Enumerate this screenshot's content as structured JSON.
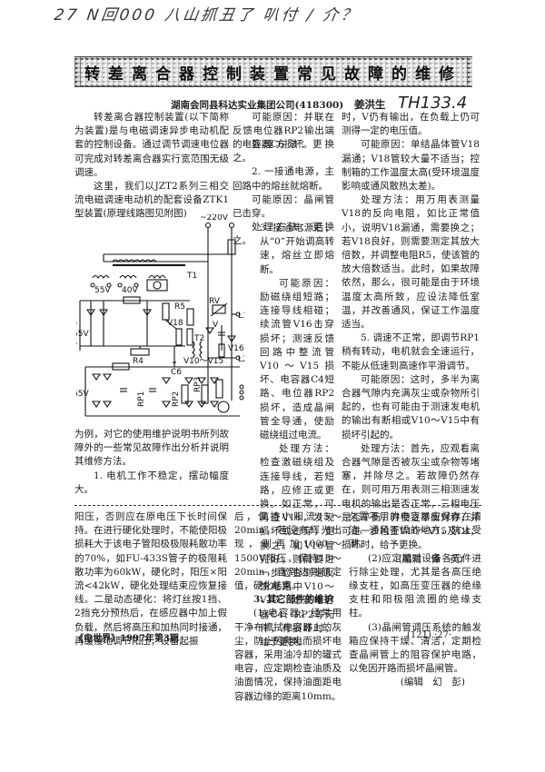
{
  "handwritten_note": "27  N回000 八山抓丑了 叭付 / 介？",
  "title": "转差离合器控制装置常见故障的维修",
  "byline": {
    "affiliation": "湖南会同县科达实业集团公司(418300)",
    "author": "姜洪生",
    "classification_stamp": "TH133.4"
  },
  "circuit": {
    "labels": [
      "~220V",
      "T1",
      "55V",
      "40V",
      "55V",
      "R5",
      "V18",
      "T2",
      "RV",
      "V",
      "V16",
      "L1",
      "L2",
      "R4",
      "C6",
      "RP1",
      "RP2",
      "RP3",
      "V10～V15",
      "65V"
    ]
  },
  "col1": {
    "p1": "转差离合器控制装置(以下简称为装置)是与电磁调速异步电动机配套的控制设备。通过调节调速电位器可完成对转差离合器实行宽范围无级调速。",
    "p2": "这里，我们以JZT2系列三相交流电磁调速电动机的配套设备ZTK1型装置(原理线路图见附图)",
    "p3": "为例，对它的使用维护说明书所列故障外的一些常见故障作出分析并说明其维修方法。",
    "p4": "1. 电机工作不稳定，摆动幅度大。"
  },
  "col2": {
    "p1": "可能原因：并联在反馈电位器RP2输出端的电容器C6损坏。",
    "p2": "处理方法：更换之。",
    "p3": "2. 一接通电源，主回路中的熔丝就熔断。",
    "p4": "可能原因：晶闸管已击穿。",
    "p5": "处理方法：更换之。",
    "p6": "3. 接通电源后，从“0”开始调高转速，熔丝立即熔断。",
    "p7": "可能原因：励磁绕组短路；连接导线相碰；续流管V16击穿损坏；测速反馈回路中整流管V10～V15损坏、电容器C4短路、电位器RP2损坏，造成晶闸管全导通，使励磁绕组过电流。",
    "p8": "处理方法：检查激磁绕组及连接导线，若短路，应修正或更换。如正常，可再查V16，发现损坏或击穿，更换之。如V16管完好，则需要进一步检查测速反馈电路中V10～V15、滤波电容器C4、RP2等元件，有损坏时，给予更换。",
    "p9": "4. 当给定电位器RP1在“0”位"
  },
  "col3": {
    "p1": "时，V仍有输出，在负载上仍可测得一定的电压值。",
    "p2": "可能原因：单结晶体管V18漏通；V18管较大量不适当；控制箱的工作温度太高(受环境温度影响或通风散热太差)。",
    "p3": "处理方法：用万用表测量V18的反向电阻，如比正常值小，说明V18漏通，需要换之；若V18良好，则需要测定其放大倍数，并调整电阻R5，使该管的放大倍数适当。此时，如果故障依然，那么，很可能是由于环境温度太高所致，应设法降低室温，并改善通风，保证工作温度适当。",
    "p4": "5. 调速不正常，即调节RP1稍有转动，电机就会全速运行，不能从低速到高速作平滑调节。",
    "p5": "可能原因：这时，多半为离合器气隙内充满灰尘或杂物所引起的，也有可能由于测速发电机的输出有断相或V10～V15中有损坏引起的。",
    "p6": "处理方法：首先，应观看离合器气隙是否被灰尘或杂物等堵塞，并除尽之。若故障仍然存在，则可用万用表测三相测速发电机的输出是否正常，三相电压是否平衡，并使之平衡对称，并可进一步检查V10～V15及C4，损坏时，给予更换。",
    "sig": "(编辑　悻　英)"
  },
  "lower": {
    "c1": "阳压，否则应在原电压下长时间保持。在进行硬化处理时，不能使阳极损耗大于该电子管阳极极限耗散功率的70%，如FU-433S管子的极限耗散功率为60kW，硬化时，阳压×阳流<42kW，硬化处理结束应恢复接线。二是动态硬化：将灯丝按1挡、2挡充分预热后，在感应器中加上假负载，然后将高压和加热同时接通，再缓慢地调节阳压，设备起振",
    "c2a": "后，保持小阳流15～20min，若没有辉光出现，则再加1000～1500V阳压，保持15～20min，直到达到额定值，硬化结束。",
    "c2h": "3. 其它部件的维护",
    "c2b": "(1)电容器：经常用干净布擦拭电容器上的灰尘，防止因爬电而损坏电容器，采用油冷却的罐式电容，应定期检查油质及油面情况，保持油面距电容器边缘的距离10mm。",
    "c3a": "久置不用的电容器应保存在清洁、通风干燥的地方，防止受潮。",
    "c3b": "(2)应定期对设备各元件进行除尘处理，尤其是各高压绝缘支柱，如高压变压器的绝缘支柱和阳极阻流圈的绝缘支柱。",
    "c3c": "(3)晶闸管调压系统的触发箱应保持干燥、清洁，定期检查晶闸管上的阻容保护电路，以免因开路而损坏晶闸管。",
    "c3sig": "(编辑　幻　彭)"
  },
  "footer": {
    "journal": "《电世界》1997年第3期",
    "page": "(121) ·27·"
  }
}
